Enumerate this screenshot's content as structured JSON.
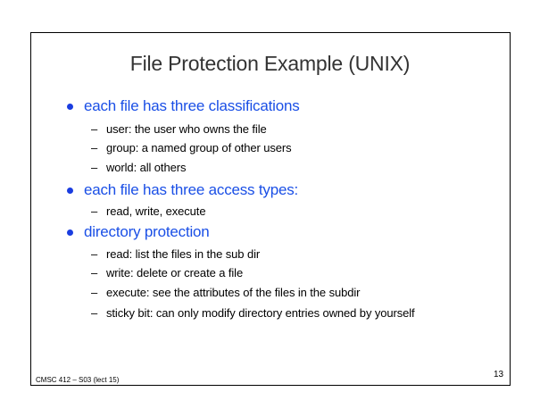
{
  "title": "File Protection Example (UNIX)",
  "colors": {
    "bullet_text": "#1a4fe6",
    "bullet_dot": "#1a3de0",
    "title_text": "#333333",
    "body_text": "#000000"
  },
  "bullets": [
    {
      "text": "each file has three classifications",
      "subitems": [
        "user: the user who owns the file",
        "group: a named group of other users",
        "world: all others"
      ]
    },
    {
      "text": "each file has three access types:",
      "subitems": [
        "read, write, execute"
      ]
    },
    {
      "text": "directory protection",
      "subitems": [
        "read: list the files in the sub dir",
        "write: delete or create a file",
        "execute: see the attributes of the files in the subdir",
        "sticky bit: can only modify directory entries owned by yourself"
      ]
    }
  ],
  "footer": {
    "course": "CMSC 412 – S03  (lect 15)",
    "page_number": "13"
  }
}
